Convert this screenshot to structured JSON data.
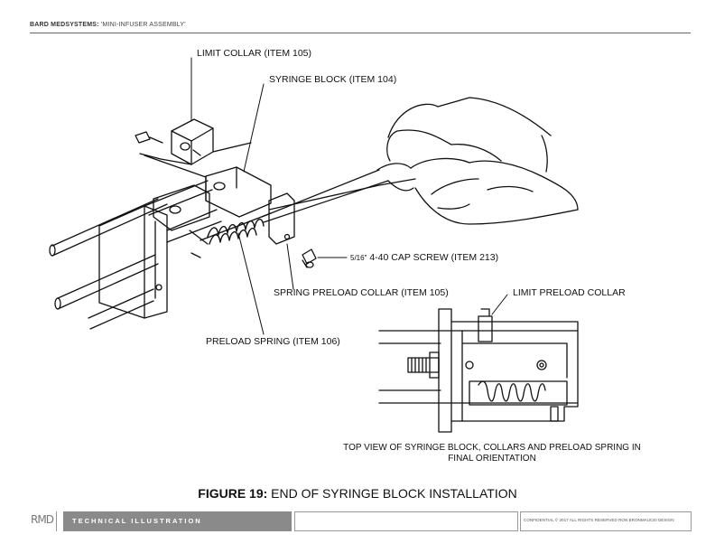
{
  "header": {
    "brand": "BARD MEDSYSTEMS:",
    "subtitle": "'MINI-INFUSER ASSEMBLY'"
  },
  "callouts": {
    "limit_collar": "LIMIT COLLAR (ITEM 105)",
    "syringe_block": "SYRINGE BLOCK (ITEM 104)",
    "cap_screw": "4-40 CAP SCREW (ITEM 213)",
    "cap_screw_fraction": "5/16\"",
    "spring_preload_collar": "SPRING PRELOAD COLLAR (ITEM 105)",
    "limit_preload_collar": "LIMIT PRELOAD COLLAR",
    "preload_spring": "PRELOAD SPRING (ITEM 106)"
  },
  "top_view_caption": {
    "line1": "TOP VIEW OF SYRINGE BLOCK, COLLARS AND PRELOAD SPRING IN",
    "line2": "FINAL ORIENTATION"
  },
  "figure": {
    "label": "FIGURE 19:",
    "title": "END OF SYRINGE BLOCK INSTALLATION"
  },
  "footer": {
    "logo": "RMD",
    "section": "TECHNICAL ILLUSTRATION",
    "confidential": "CONFIDENTIAL © 2017 ALL RIGHTS RESERVED RON BRONMAUCEI DESIGN"
  },
  "colors": {
    "line": "#111111",
    "footer_band": "#8a8a8a",
    "rule": "#666666"
  }
}
